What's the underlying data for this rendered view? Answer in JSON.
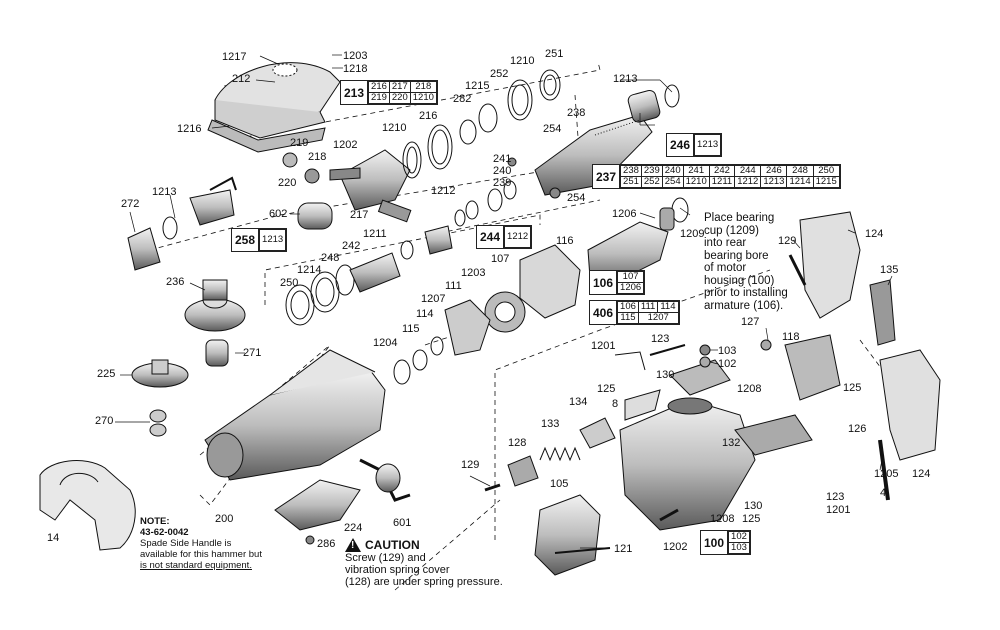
{
  "labels": {
    "l1217": "1217",
    "l1203a": "1203",
    "l1218": "1218",
    "l212": "212",
    "l1216": "1216",
    "l219": "219",
    "l218": "218",
    "l220": "220",
    "l1202a": "1202",
    "l217": "217",
    "l602": "602",
    "l1210a": "1210",
    "l216": "216",
    "l282": "282",
    "l1215": "1215",
    "l252": "252",
    "l1210b": "1210",
    "l251": "251",
    "l238": "238",
    "l254a": "254",
    "l254b": "254",
    "l241": "241",
    "l240": "240",
    "l239": "239",
    "l1213a": "1213",
    "l1213b": "1213",
    "l272": "272",
    "l1212": "1212",
    "l1211": "1211",
    "l242": "242",
    "l248": "248",
    "l1214": "1214",
    "l250": "250",
    "l236": "236",
    "l271": "271",
    "l225": "225",
    "l270": "270",
    "l14": "14",
    "l200": "200",
    "l224": "224",
    "l286": "286",
    "l601": "601",
    "l1206": "1206",
    "l1209": "1209",
    "l116": "116",
    "l107": "107",
    "l1203b": "1203",
    "l111": "111",
    "l1207": "1207",
    "l114": "114",
    "l115": "115",
    "l1204": "1204",
    "l129a": "129",
    "l124a": "124",
    "l135": "135",
    "l127": "127",
    "l118": "118",
    "l123a": "123",
    "l1201a": "1201",
    "l103": "103",
    "l102": "102",
    "l125a": "125",
    "l130a": "130",
    "l8": "8",
    "l1208a": "1208",
    "l134": "134",
    "l133": "133",
    "l128": "128",
    "l129b": "129",
    "l105": "105",
    "l121": "121",
    "l132": "132",
    "l1205": "1205",
    "l4": "4",
    "l124b": "124",
    "l126": "126",
    "l125b": "125",
    "l130b": "130",
    "l125c": "125",
    "l123b": "123",
    "l1201b": "1201",
    "l1208b": "1208",
    "l1202b": "1202"
  },
  "groups": {
    "g213": {
      "key": "213",
      "rows": [
        [
          "216",
          "217",
          "218"
        ],
        [
          "219",
          "220",
          "1210"
        ]
      ]
    },
    "g246": {
      "key": "246",
      "rows": [
        [
          "1213"
        ]
      ]
    },
    "g237": {
      "key": "237",
      "rows": [
        [
          "238",
          "239",
          "240",
          "241",
          "242",
          "244",
          "246",
          "248",
          "250"
        ],
        [
          "251",
          "252",
          "254",
          "1210",
          "1211",
          "1212",
          "1213",
          "1214",
          "1215"
        ]
      ]
    },
    "g258": {
      "key": "258",
      "rows": [
        [
          "1213"
        ]
      ]
    },
    "g244": {
      "key": "244",
      "rows": [
        [
          "1212"
        ]
      ]
    },
    "g106": {
      "key": "106",
      "rows": [
        [
          "107"
        ],
        [
          "1206"
        ]
      ]
    },
    "g406": {
      "key": "406",
      "rows": [
        [
          "106",
          "111",
          "114"
        ],
        [
          "115",
          "1207"
        ]
      ]
    },
    "g100": {
      "key": "100",
      "rows": [
        [
          "102"
        ],
        [
          "103"
        ]
      ]
    }
  },
  "note": {
    "title": "NOTE:",
    "line1": "43-62-0042",
    "line2": "Spade Side Handle is",
    "line3": "available for this hammer but",
    "line4": "is not standard equipment."
  },
  "caution": {
    "title": "CAUTION",
    "line1": "Screw (129) and",
    "line2": "vibration spring cover",
    "line3": "(128) are under spring pressure."
  },
  "bearing_note": {
    "line1": "Place bearing",
    "line2": "cup (1209)",
    "line3": "into rear",
    "line4": "bearing bore",
    "line5": "of motor",
    "line6": "housing (100)",
    "line7": "prior to installing",
    "line8": "armature (106)."
  },
  "colors": {
    "ink": "#111111",
    "part_fill": "#d9d9d9",
    "part_dark": "#8a8a8a",
    "background": "#ffffff"
  }
}
